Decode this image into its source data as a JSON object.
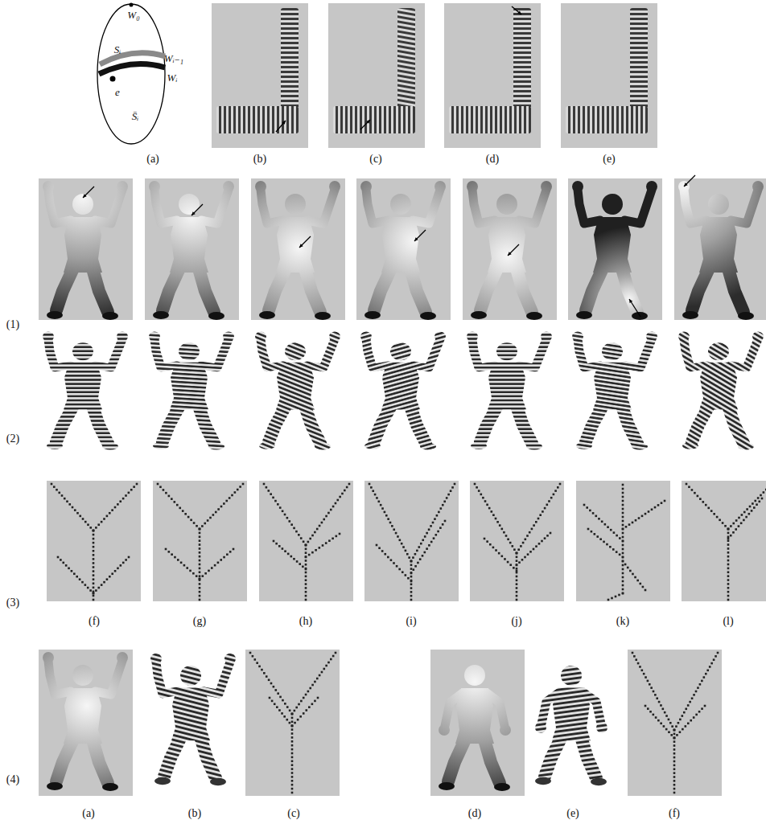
{
  "diagram": {
    "labels": [
      "W₀",
      "Sᵢ",
      "Wᵢ₋₁",
      "Wᵢ",
      "e",
      "S̄ᵢ",
      "(a)",
      "(b)",
      "(c)",
      "(d)",
      "(e)",
      "(1)",
      "(2)",
      "(3)",
      "(f)",
      "(g)",
      "(h)",
      "(i)",
      "(j)",
      "(k)",
      "(l)",
      "(4)",
      "(a)",
      "(b)",
      "(c)",
      "(d)",
      "(e)",
      "(f)"
    ]
  }
}
